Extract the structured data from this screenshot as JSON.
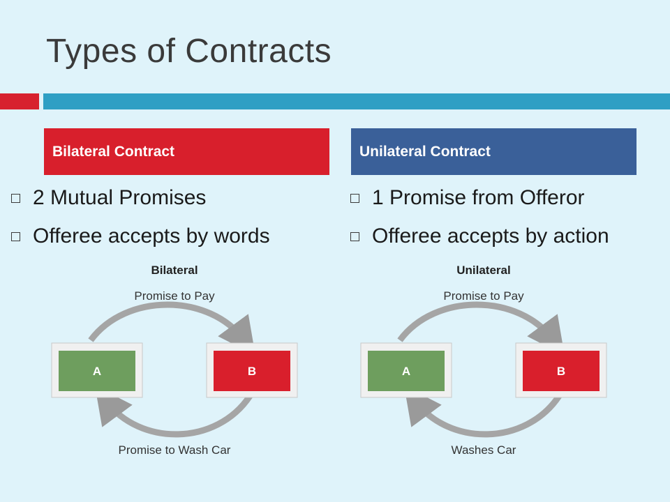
{
  "slide": {
    "title": "Types of Contracts"
  },
  "left": {
    "header": "Bilateral Contract",
    "bullets": [
      "2 Mutual Promises",
      "Offeree accepts by words"
    ],
    "diagram": {
      "title": "Bilateral",
      "top_label": "Promise to Pay",
      "bottom_label": "Promise to Wash Car",
      "box_a": "A",
      "box_b": "B"
    }
  },
  "right": {
    "header": "Unilateral Contract",
    "bullets": [
      "1 Promise from Offeror",
      "Offeree accepts by action"
    ],
    "diagram": {
      "title": "Unilateral",
      "top_label": "Promise to Pay",
      "bottom_label": "Washes Car",
      "box_a": "A",
      "box_b": "B"
    }
  },
  "colors": {
    "accent_red": "#d81f2c",
    "accent_blue": "#3a6099",
    "bar_blue": "#2f9fc4",
    "box_green": "#6e9e5e",
    "box_red": "#d91f2c"
  }
}
